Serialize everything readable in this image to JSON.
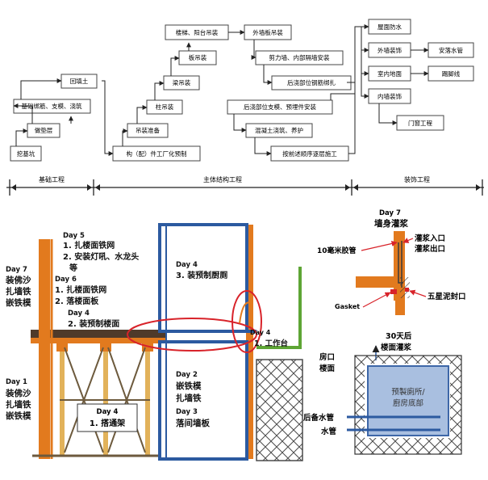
{
  "flow": {
    "foundation": {
      "steps": [
        "挖基坑",
        "做垫层",
        "基础绑筋、支模、浇筑",
        "回填土"
      ],
      "phase": "基础工程"
    },
    "structure": {
      "steps": [
        "构（配）件工厂化预制",
        "吊装准备",
        "柱吊装",
        "梁吊装",
        "板吊装",
        "楼梯、阳台吊装",
        "外墙板吊装",
        "剪力墙、内部隔墙安装",
        "后浇部位钢筋绑扎",
        "后浇部位支模、预埋件安装",
        "混凝土浇筑、养护",
        "按前述顺序逐层施工"
      ],
      "phase": "主体结构工程"
    },
    "finishing": {
      "steps": [
        "屋面防水",
        "外墙装饰",
        "安落水管",
        "室内地面",
        "踢脚线",
        "内墙装饰",
        "门窗工程"
      ],
      "phase": "装饰工程"
    }
  },
  "site": {
    "left_labels": {
      "day7": [
        "Day 7",
        "装佛沙",
        "扎墙铁",
        "嵌铁模"
      ],
      "day1": [
        "Day 1",
        "装佛沙",
        "扎墙铁",
        "嵌铁模"
      ],
      "day5": [
        "Day 5",
        "1. 扎楼面铁网",
        "2. 安装灯吼、水龙头",
        "等"
      ],
      "day6": [
        "Day 6",
        "1. 扎楼面铁网",
        "2. 落楼面板"
      ],
      "day4a": [
        "Day 4",
        "2. 装预制楼面"
      ],
      "day4b": [
        "Day 4",
        "3. 装预制厨厕"
      ],
      "day4c": [
        "Day 4",
        "1. 搭通架"
      ],
      "day4d": [
        "Day 4",
        "1. 工作台"
      ],
      "day2": [
        "Day 2",
        "嵌铁模",
        "扎墙铁"
      ],
      "day3": [
        "Day 3",
        "落间墙板"
      ]
    }
  },
  "detail": {
    "title": [
      "Day 7",
      "墙身灌浆"
    ],
    "pipe": "10毫米胶管",
    "inlet": [
      "灌浆入口",
      "灌浆出口"
    ],
    "seal": "五星泥封口",
    "gasket": "Gasket"
  },
  "toilet": {
    "after": [
      "30天后",
      "楼面灌浆"
    ],
    "floor": [
      "房口",
      "楼面"
    ],
    "unit": [
      "预製廁所/",
      "廚房底部"
    ],
    "backup_pipe": "后备水管",
    "pipe": "水管"
  },
  "colors": {
    "orange": "#e27a1e",
    "blue": "#2c5aa0",
    "red": "#d8232a",
    "green": "#5ea535",
    "box_blue": "#a9bfe0",
    "hatch": "#4a4a4a"
  }
}
